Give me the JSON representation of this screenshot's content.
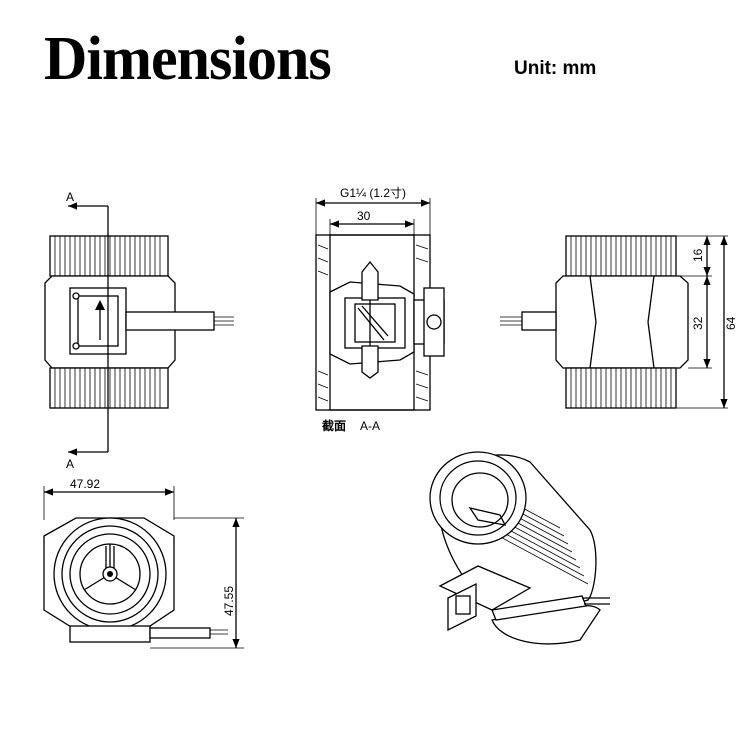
{
  "header": {
    "title": "Dimensions",
    "unit": "Unit: mm"
  },
  "views": {
    "front": {
      "section_top": "A",
      "section_bottom": "A"
    },
    "section": {
      "thread": "G1¼ (1.2寸)",
      "dim_30": "30",
      "caption_cn": "截面",
      "caption": "A-A"
    },
    "side": {
      "dim_16": "16",
      "dim_32": "32",
      "dim_64": "64"
    },
    "end": {
      "width": "47.92",
      "height": "47.55"
    }
  }
}
